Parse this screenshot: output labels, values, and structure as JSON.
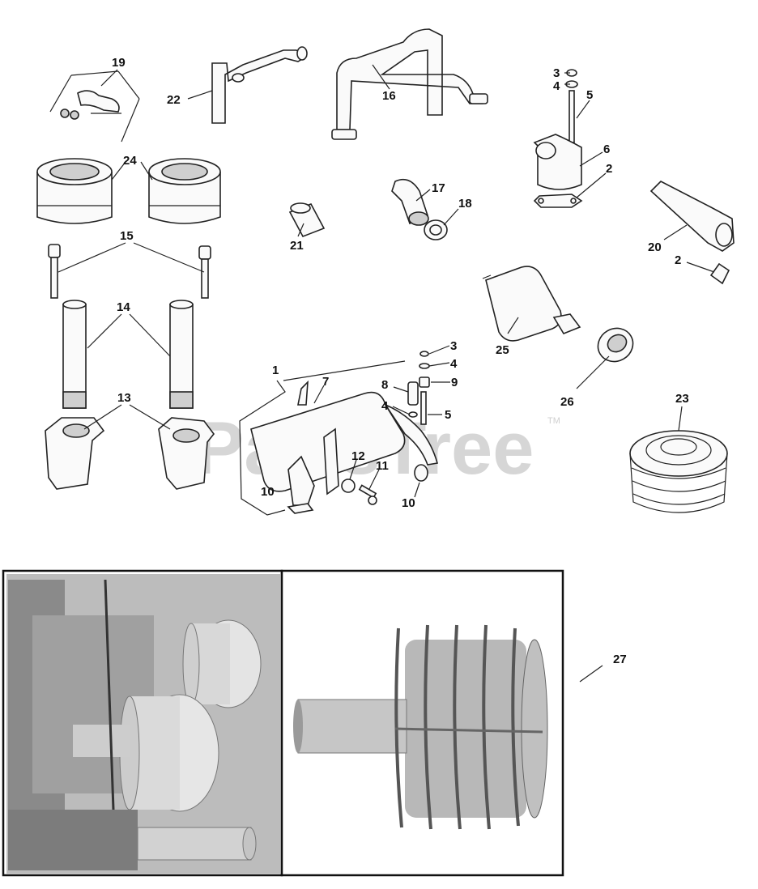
{
  "watermark": {
    "text": "PartsTree",
    "trademark": "TM"
  },
  "callouts": {
    "c1": "1",
    "c2a": "2",
    "c2b": "2",
    "c3a": "3",
    "c3b": "3",
    "c4a": "4",
    "c4b": "4",
    "c5a": "5",
    "c5b": "5",
    "c6": "6",
    "c7": "7",
    "c8": "8",
    "c9": "9",
    "c10a": "10",
    "c10b": "10",
    "c11": "11",
    "c12": "12",
    "c13": "13",
    "c14": "14",
    "c15": "15",
    "c16": "16",
    "c17": "17",
    "c18": "18",
    "c19": "19",
    "c20": "20",
    "c21": "21",
    "c22": "22",
    "c23": "23",
    "c24": "24",
    "c25": "25",
    "c26": "26",
    "c27": "27"
  },
  "colors": {
    "ink": "#222222",
    "watermark": "#d6d6d6",
    "photo_gray": "#bcbcbc"
  }
}
